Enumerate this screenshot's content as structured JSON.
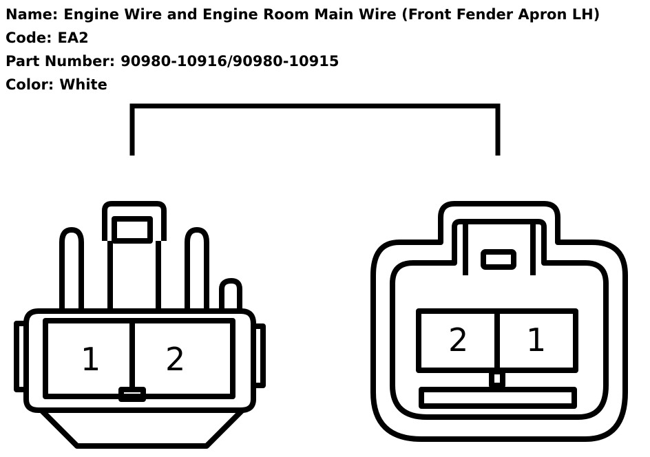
{
  "info": {
    "name_label": "Name:",
    "name_value": "Engine Wire and Engine Room Main Wire (Front Fender Apron LH)",
    "code_label": "Code:",
    "code_value": "EA2",
    "part_label": "Part Number:",
    "part_value": "90980-10916/90980-10915",
    "color_label": "Color:",
    "color_value": "White"
  },
  "left_connector": {
    "pins": [
      "1",
      "2"
    ]
  },
  "right_connector": {
    "pins": [
      "2",
      "1"
    ]
  },
  "colors": {
    "line": "#000000",
    "background": "#ffffff"
  }
}
